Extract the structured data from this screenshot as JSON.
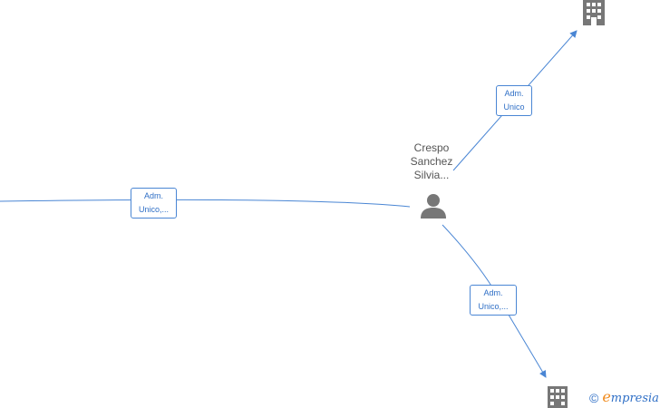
{
  "person": {
    "name_lines": [
      "Crespo",
      "Sanchez",
      "Silvia..."
    ],
    "icon": "person-icon"
  },
  "edges": {
    "top_right": {
      "label_lines": [
        "Adm.",
        "Unico"
      ]
    },
    "left": {
      "label_lines": [
        "Adm.",
        "Unico,..."
      ]
    },
    "bottom_right": {
      "label_lines": [
        "Adm.",
        "Unico,..."
      ]
    }
  },
  "nodes": {
    "company_top": {
      "icon": "building-icon"
    },
    "company_bottom": {
      "icon": "building-icon"
    }
  },
  "watermark": {
    "symbol": "©",
    "brand_initial": "e",
    "brand_rest": "mpresia"
  },
  "colors": {
    "edge": "#4a86d4",
    "label_text": "#2f6fc6",
    "icon": "#777777",
    "brand_accent": "#f08a1c"
  }
}
